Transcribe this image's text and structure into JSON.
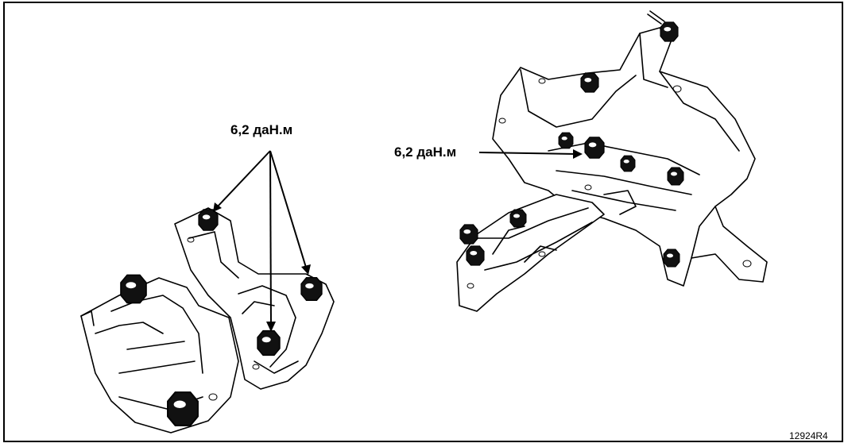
{
  "left_assembly": {
    "torque_label": "6,2 даН.м"
  },
  "right_assembly": {
    "torque_label": "6,2 даН.м"
  },
  "figure_code": "12924R4"
}
